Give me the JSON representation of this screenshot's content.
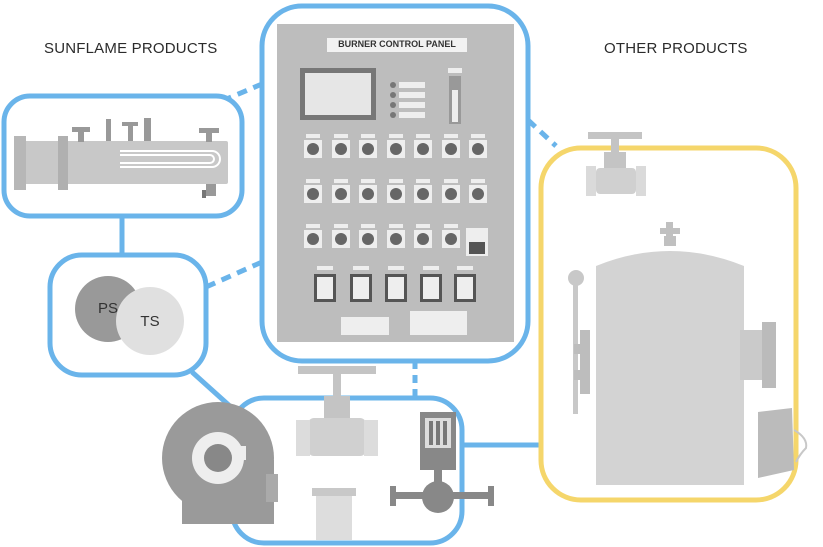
{
  "labels": {
    "sunflame": "SUNFLAME PRODUCTS",
    "other": "OTHER PRODUCTS",
    "panel_title": "BURNER CONTROL PANEL",
    "ps": "PS",
    "ts": "TS"
  },
  "colors": {
    "blue_outline": "#6ab4ea",
    "yellow_outline": "#f5d66b",
    "panel_gray": "#bdbdbd",
    "equipment_gray": "#d0d0d0",
    "dark_gray": "#777777"
  }
}
